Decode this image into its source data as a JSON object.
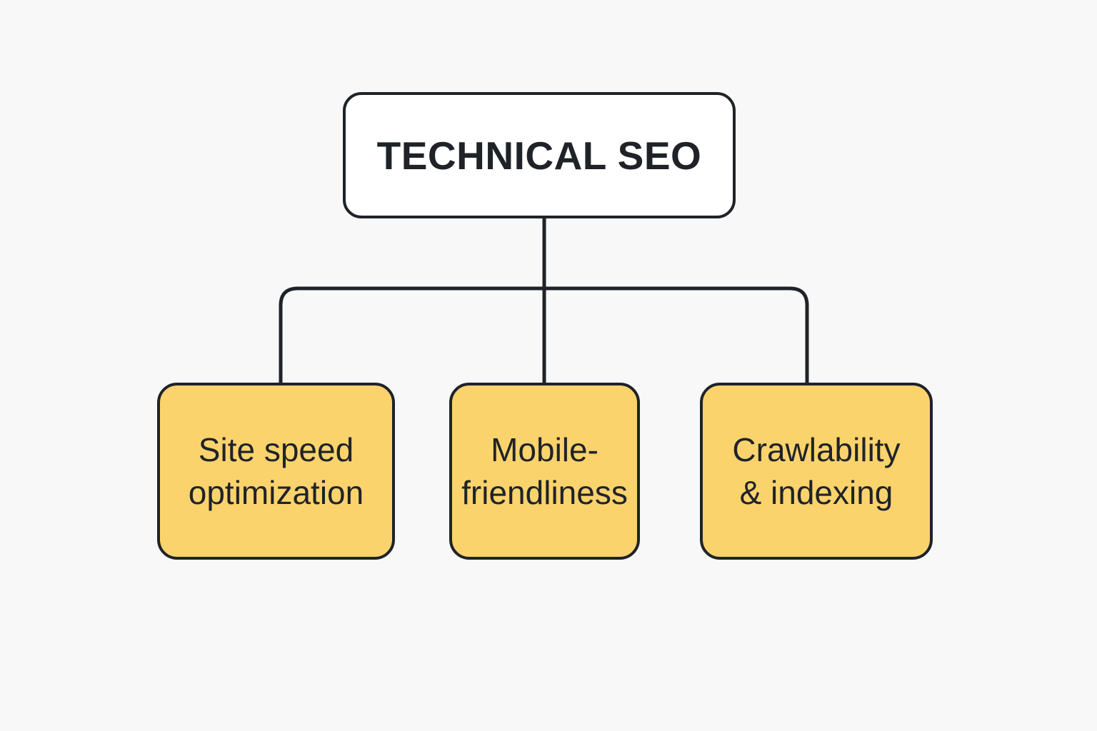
{
  "diagram": {
    "root": {
      "label": "TECHNICAL SEO"
    },
    "children": [
      {
        "label": "Site speed\noptimization"
      },
      {
        "label": "Mobile-\nfriendliness"
      },
      {
        "label": "Crawlability\n& indexing"
      }
    ],
    "colors": {
      "background": "#f8f8f8",
      "stroke": "#1f2328",
      "root_fill": "#ffffff",
      "child_fill": "#fbd36d"
    }
  }
}
